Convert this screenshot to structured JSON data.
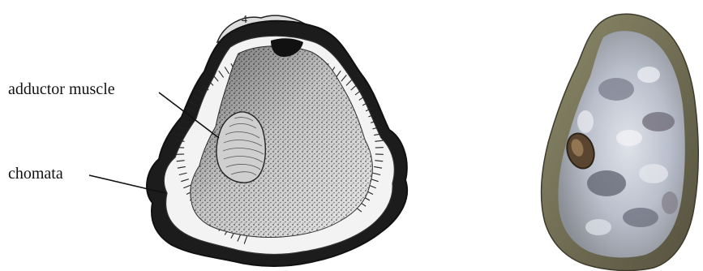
{
  "labels": {
    "adductor_muscle": "adductor muscle",
    "chomata": "chomata"
  },
  "drawing_mark": "4",
  "colors": {
    "ink": "#111111",
    "shell_rim": "#1c1c1c",
    "photo_nacre": "#c9cfd8",
    "photo_outer": "#6a6a52",
    "muscle_scar": "#5a4630"
  }
}
